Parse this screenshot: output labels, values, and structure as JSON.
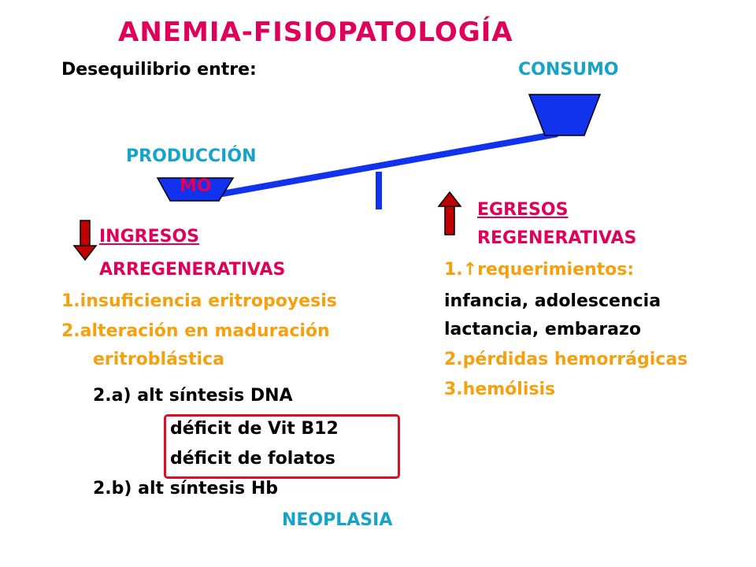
{
  "title": "ANEMIA-FISIOPATOLOGÍA",
  "subtitle": "Desequilibrio entre:",
  "consumo_label": "CONSUMO",
  "produccion_label": "PRODUCCIÓN",
  "mo_label": "MO",
  "left": {
    "heading_1": "INGRESOS",
    "heading_2": "ARREGENERATIVAS",
    "item_1": "1.insuficiencia eritropoyesis",
    "item_2a": "2.alteración en maduración",
    "item_2b": "eritroblástica",
    "sub_a": "2.a) alt síntesis DNA",
    "sub_a_1": "déficit de Vit B12",
    "sub_a_2": "déficit de folatos",
    "sub_b": "2.b) alt síntesis Hb",
    "neoplasia": "NEOPLASIA"
  },
  "right": {
    "heading_1": "EGRESOS",
    "heading_2": "REGENERATIVAS",
    "item_1_prefix": "1.",
    "item_1_arrow": "↑",
    "item_1_text": "requerimientos:",
    "item_1_line2": "infancia, adolescencia",
    "item_1_line3": "lactancia, embarazo",
    "item_2": "2.pérdidas hemorrágicas",
    "item_3": "3.hemólisis"
  },
  "colors": {
    "title": "#e0005a",
    "cyan": "#16a3c8",
    "orange": "#f5a00f",
    "beam": "#1133ee",
    "arrow_red": "#c00000",
    "box": "#e00b25"
  },
  "icons": {
    "down_arrow": "down-arrow-icon",
    "up_arrow": "up-arrow-icon"
  }
}
